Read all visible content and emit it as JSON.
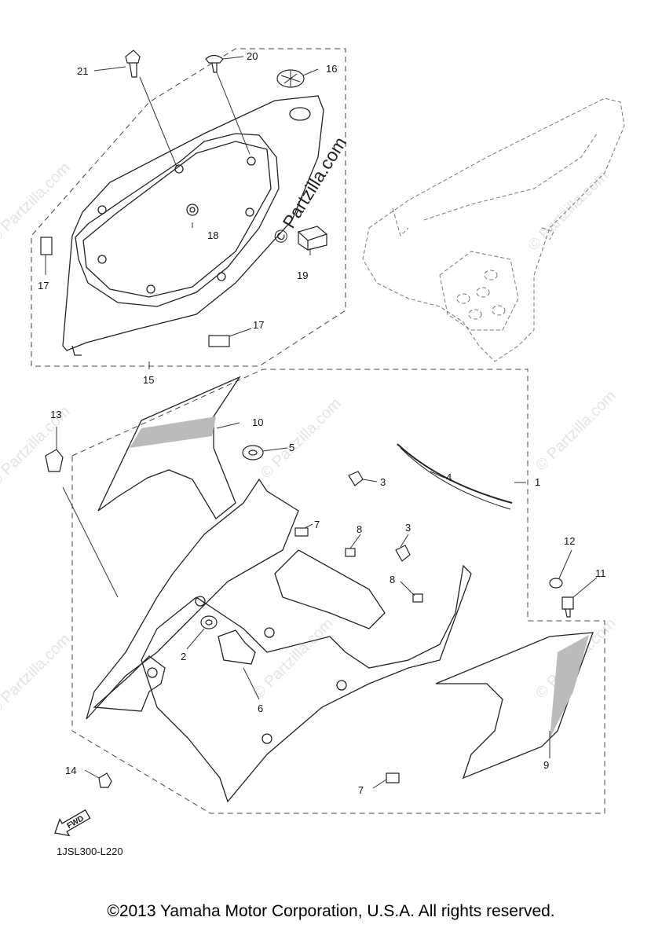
{
  "callouts": {
    "c1": "1",
    "c2": "2",
    "c3a": "3",
    "c3b": "3",
    "c4": "4",
    "c5": "5",
    "c6": "6",
    "c7a": "7",
    "c7b": "7",
    "c8a": "8",
    "c8b": "8",
    "c9": "9",
    "c10": "10",
    "c11": "11",
    "c12": "12",
    "c13": "13",
    "c14": "14",
    "c15": "15",
    "c16": "16",
    "c17a": "17",
    "c17b": "17",
    "c18": "18",
    "c19": "19",
    "c20": "20",
    "c21": "21"
  },
  "watermark": {
    "main": "© Partzilla.com",
    "faint": "© Partzilla.com"
  },
  "fwd": "FWD",
  "diagram_code": "1JSL300-L220",
  "copyright": "©2013 Yamaha Motor Corporation, U.S.A. All rights reserved."
}
